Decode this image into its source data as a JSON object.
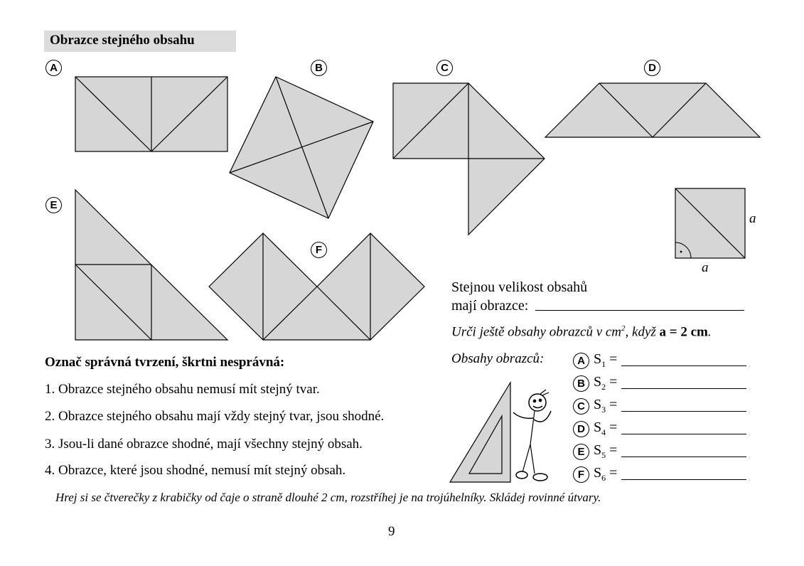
{
  "title": "Obrazce stejného obsahu",
  "figure_labels": [
    "A",
    "B",
    "C",
    "D",
    "E",
    "F"
  ],
  "unit_square": {
    "side_label_right": "a",
    "side_label_bottom": "a"
  },
  "question_same_area": {
    "line1": "Stejnou velikost obsahů",
    "line2": "mají  obrazce:"
  },
  "task": {
    "prefix": "Urči ještě obsahy obrazců v cm",
    "sup": "2",
    "mid": ", když ",
    "bold": "a = 2 cm",
    "end": "."
  },
  "areas_label": "Obsahy obrazců:",
  "area_rows": [
    {
      "letter": "A",
      "s": "S",
      "sub": "1",
      "eq": " ="
    },
    {
      "letter": "B",
      "s": "S",
      "sub": "2",
      "eq": " ="
    },
    {
      "letter": "C",
      "s": "S",
      "sub": "3",
      "eq": " ="
    },
    {
      "letter": "D",
      "s": "S",
      "sub": "4",
      "eq": " ="
    },
    {
      "letter": "E",
      "s": "S",
      "sub": "5",
      "eq": " ="
    },
    {
      "letter": "F",
      "s": "S",
      "sub": "6",
      "eq": " ="
    }
  ],
  "statements_heading": "Označ správná tvrzení, škrtni nesprávná:",
  "statements": [
    "1.  Obrazce stejného obsahu nemusí mít stejný tvar.",
    "2.  Obrazce stejného obsahu mají vždy stejný tvar, jsou shodné.",
    "3.  Jsou-li dané obrazce shodné, mají všechny stejný obsah.",
    "4.  Obrazce, které jsou shodné, nemusí mít stejný obsah."
  ],
  "footer": "Hrej si se čtverečky z krabičky od čaje o straně dlouhé 2 cm, rozstříhej je na trojúhelníky. Skládej rovinné útvary.",
  "page_number": "9"
}
